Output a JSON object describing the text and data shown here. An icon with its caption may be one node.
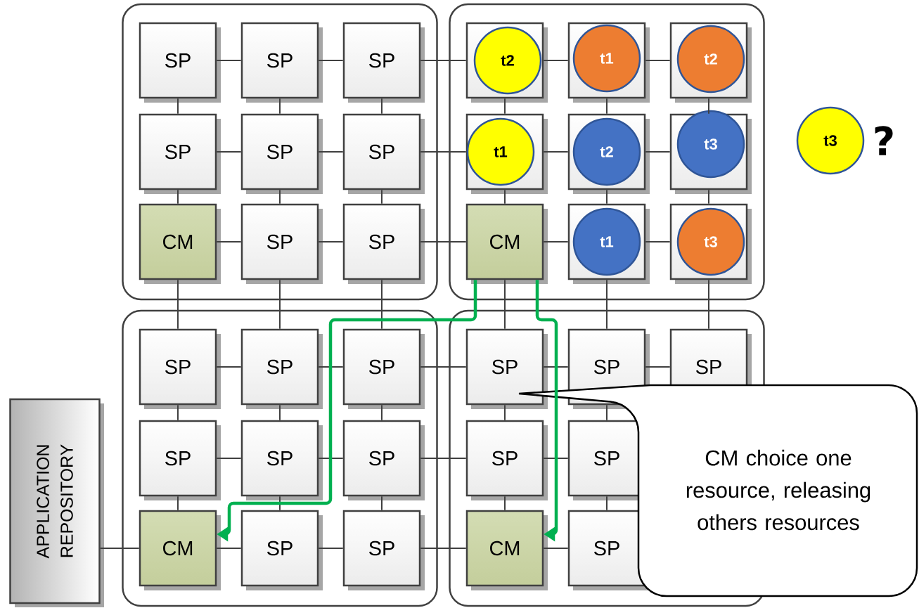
{
  "diagram": {
    "nodes": [
      {
        "text": [],
        "shape": "box"
      },
      {
        "text": [
          "SP"
        ],
        "in": 0
      },
      {
        "text": [
          "SP"
        ],
        "in": 0
      },
      {
        "text": [
          "SP"
        ],
        "in": 0
      },
      {
        "text": [
          "SP"
        ],
        "in": 0
      },
      {
        "text": [
          "SP"
        ],
        "in": 0
      },
      {
        "text": [
          "SP"
        ],
        "in": 0
      },
      {
        "text": [
          "CM"
        ],
        "in": 0
      },
      {
        "text": [
          "SP"
        ],
        "in": 0
      },
      {
        "text": [
          "SP"
        ],
        "in": 0
      },
      {
        "text": [],
        "shape": "box"
      },
      {
        "text": [],
        "shape": "box",
        "in": 10
      },
      {
        "text": [
          "t2"
        ],
        "in": 11
      },
      {
        "text": [],
        "shape": "box",
        "in": 10
      },
      {
        "text": [
          "t1"
        ],
        "in": 13
      },
      {
        "text": [],
        "shape": "box",
        "in": 10
      },
      {
        "text": [
          "t2"
        ],
        "in": 15
      },
      {
        "text": [],
        "shape": "box",
        "in": 10
      },
      {
        "text": [
          "t1"
        ],
        "in": 17
      },
      {
        "text": [],
        "shape": "box",
        "in": 10
      },
      {
        "text": [
          "t2"
        ],
        "in": 19
      },
      {
        "text": [],
        "shape": "box",
        "in": 10
      },
      {
        "text": [
          "t3"
        ],
        "in": 21
      },
      {
        "text": [
          "CM"
        ],
        "in": 10
      },
      {
        "text": [],
        "shape": "box",
        "in": 10
      },
      {
        "text": [
          "t1"
        ],
        "in": 24
      },
      {
        "text": [],
        "shape": "box",
        "in": 10
      },
      {
        "text": [
          "t3"
        ],
        "in": 26
      },
      {
        "text": [
          "t3"
        ],
        "beside": [
          "?"
        ]
      },
      {
        "text": [],
        "shape": "box"
      },
      {
        "text": [
          "SP"
        ],
        "in": 29
      },
      {
        "text": [
          "SP"
        ],
        "in": 29
      },
      {
        "text": [
          "SP"
        ],
        "in": 29
      },
      {
        "text": [
          "SP"
        ],
        "in": 29
      },
      {
        "text": [
          "SP"
        ],
        "in": 29
      },
      {
        "text": [
          "SP"
        ],
        "in": 29
      },
      {
        "text": [
          "CM"
        ],
        "in": 29
      },
      {
        "text": [
          "SP"
        ],
        "in": 29
      },
      {
        "text": [
          "SP"
        ],
        "in": 29
      },
      {
        "text": [
          "APPLICATION REPOSITORY"
        ]
      },
      {
        "text": [],
        "shape": "box"
      },
      {
        "text": [
          "SP"
        ],
        "in": 40
      },
      {
        "text": [
          "SP"
        ],
        "in": 40
      },
      {
        "text": [
          "SP"
        ],
        "in": 40
      },
      {
        "text": [
          "SP"
        ],
        "in": 40
      },
      {
        "text": [
          "SP"
        ],
        "in": 40
      },
      {
        "text": [
          "CM"
        ],
        "in": 40
      },
      {
        "text": [
          "SP"
        ],
        "in": 40
      },
      {
        "text": [
          "CM choice one resource, releasing others resources"
        ]
      }
    ],
    "edges": [
      {
        "from": 1,
        "to": 2,
        "arrow": "none"
      },
      {
        "from": 2,
        "to": 3,
        "arrow": "none"
      },
      {
        "from": 4,
        "to": 5,
        "arrow": "none"
      },
      {
        "from": 5,
        "to": 6,
        "arrow": "none"
      },
      {
        "from": 7,
        "to": 8,
        "arrow": "none"
      },
      {
        "from": 8,
        "to": 9,
        "arrow": "none"
      },
      {
        "from": 1,
        "to": 4,
        "arrow": "none"
      },
      {
        "from": 2,
        "to": 5,
        "arrow": "none"
      },
      {
        "from": 3,
        "to": 6,
        "arrow": "none"
      },
      {
        "from": 4,
        "to": 7,
        "arrow": "none"
      },
      {
        "from": 5,
        "to": 8,
        "arrow": "none"
      },
      {
        "from": 6,
        "to": 9,
        "arrow": "none"
      },
      {
        "from": 11,
        "to": 13,
        "arrow": "none"
      },
      {
        "from": 13,
        "to": 15,
        "arrow": "none"
      },
      {
        "from": 17,
        "to": 19,
        "arrow": "none"
      },
      {
        "from": 19,
        "to": 21,
        "arrow": "none"
      },
      {
        "from": 23,
        "to": 24,
        "arrow": "none"
      },
      {
        "from": 24,
        "to": 26,
        "arrow": "none"
      },
      {
        "from": 11,
        "to": 17,
        "arrow": "none"
      },
      {
        "from": 13,
        "to": 19,
        "arrow": "none"
      },
      {
        "from": 15,
        "to": 21,
        "arrow": "none"
      },
      {
        "from": 17,
        "to": 23,
        "arrow": "none"
      },
      {
        "from": 19,
        "to": 24,
        "arrow": "none"
      },
      {
        "from": 21,
        "to": 26,
        "arrow": "none"
      },
      {
        "from": 3,
        "to": 11,
        "arrow": "none"
      },
      {
        "from": 6,
        "to": 17,
        "arrow": "none"
      },
      {
        "from": 9,
        "to": 23,
        "arrow": "none"
      },
      {
        "from": 30,
        "to": 31,
        "arrow": "none"
      },
      {
        "from": 31,
        "to": 32,
        "arrow": "none"
      },
      {
        "from": 33,
        "to": 34,
        "arrow": "none"
      },
      {
        "from": 34,
        "to": 35,
        "arrow": "none"
      },
      {
        "from": 36,
        "to": 37,
        "arrow": "none"
      },
      {
        "from": 37,
        "to": 38,
        "arrow": "none"
      },
      {
        "from": 30,
        "to": 33,
        "arrow": "none"
      },
      {
        "from": 31,
        "to": 34,
        "arrow": "none"
      },
      {
        "from": 32,
        "to": 35,
        "arrow": "none"
      },
      {
        "from": 33,
        "to": 36,
        "arrow": "none"
      },
      {
        "from": 34,
        "to": 37,
        "arrow": "none"
      },
      {
        "from": 35,
        "to": 38,
        "arrow": "none"
      },
      {
        "from": 7,
        "to": 30,
        "arrow": "none"
      },
      {
        "from": 8,
        "to": 31,
        "arrow": "none"
      },
      {
        "from": 9,
        "to": 32,
        "arrow": "none"
      },
      {
        "from": 23,
        "to": 41,
        "arrow": "none"
      },
      {
        "from": 24,
        "to": 42,
        "arrow": "none"
      },
      {
        "from": 26,
        "to": 43,
        "arrow": "none"
      },
      {
        "from": 32,
        "to": 41,
        "arrow": "none"
      },
      {
        "from": 35,
        "to": 44,
        "arrow": "none"
      },
      {
        "from": 38,
        "to": 46,
        "arrow": "none"
      },
      {
        "from": 41,
        "to": 42,
        "arrow": "none"
      },
      {
        "from": 42,
        "to": 43,
        "arrow": "none"
      },
      {
        "from": 44,
        "to": 45,
        "arrow": "none"
      },
      {
        "from": 46,
        "to": 47,
        "arrow": "none"
      },
      {
        "from": 41,
        "to": 44,
        "arrow": "none"
      },
      {
        "from": 42,
        "to": 45,
        "arrow": "none"
      },
      {
        "from": 44,
        "to": 46,
        "arrow": "none"
      },
      {
        "from": 45,
        "to": 47,
        "arrow": "none"
      },
      {
        "from": 39,
        "to": 36,
        "arrow": "none"
      },
      {
        "from": 23,
        "to": 36,
        "arrow": "to",
        "style": "thick",
        "color": "#00b050"
      },
      {
        "from": 23,
        "to": 46,
        "arrow": "to",
        "style": "thick",
        "color": "#00b050"
      }
    ]
  }
}
